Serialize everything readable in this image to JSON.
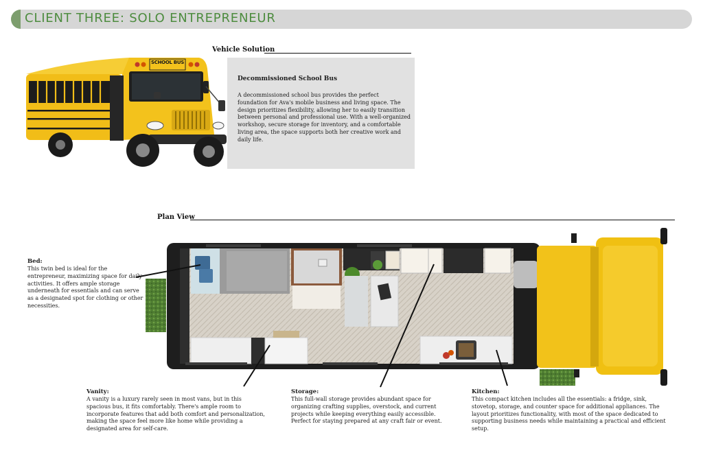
{
  "banner": {
    "title": "CLIENT THREE: SOLO ENTREPRENEUR"
  },
  "vehicle_solution": {
    "label": "Vehicle Solution",
    "bus_sign": "SCHOOL BUS",
    "title": "Decommissioned School Bus",
    "description": "A decommissioned school bus provides the perfect foundation for Ava's mobile business and living space. The design prioritizes flexibility, allowing her to easily transition between personal and professional use. With a well-organized workshop, secure storage for inventory, and a comfortable living area, the space supports both her creative work and daily life."
  },
  "plan_view": {
    "label": "Plan View"
  },
  "notes": {
    "bed": {
      "title": "Bed:",
      "text": "This twin bed is ideal for the entrepreneur, maximizing space for daily activities. It offers ample storage underneath for essentials and can serve as a designated spot for clothing or other necessities."
    },
    "vanity": {
      "title": "Vanity:",
      "text": "A vanity is a luxury rarely seen in most vans, but in this spacious bus, it fits comfortably. There's ample room to incorporate features that add both comfort and personalization, making the space feel more like home while providing a designated area for self-care."
    },
    "storage": {
      "title": "Storage:",
      "text": "This full-wall storage provides abundant space for organizing crafting supplies, overstock, and current projects while keeping everything easily accessible. Perfect for staying prepared at any craft fair or event."
    },
    "kitchen": {
      "title": "Kitchen:",
      "text": "This compact kitchen includes all the essentials: a fridge, sink, stovetop, storage, and counter space for additional appliances. The layout prioritizes functionality, with most of the space dedicated to supporting business needs while maintaining a practical and efficient setup."
    }
  },
  "colors": {
    "accent": "#4d8c3f",
    "banner": "#d6d6d6",
    "bus_yellow": "#f2c21a",
    "box": "#e1e1e1"
  }
}
